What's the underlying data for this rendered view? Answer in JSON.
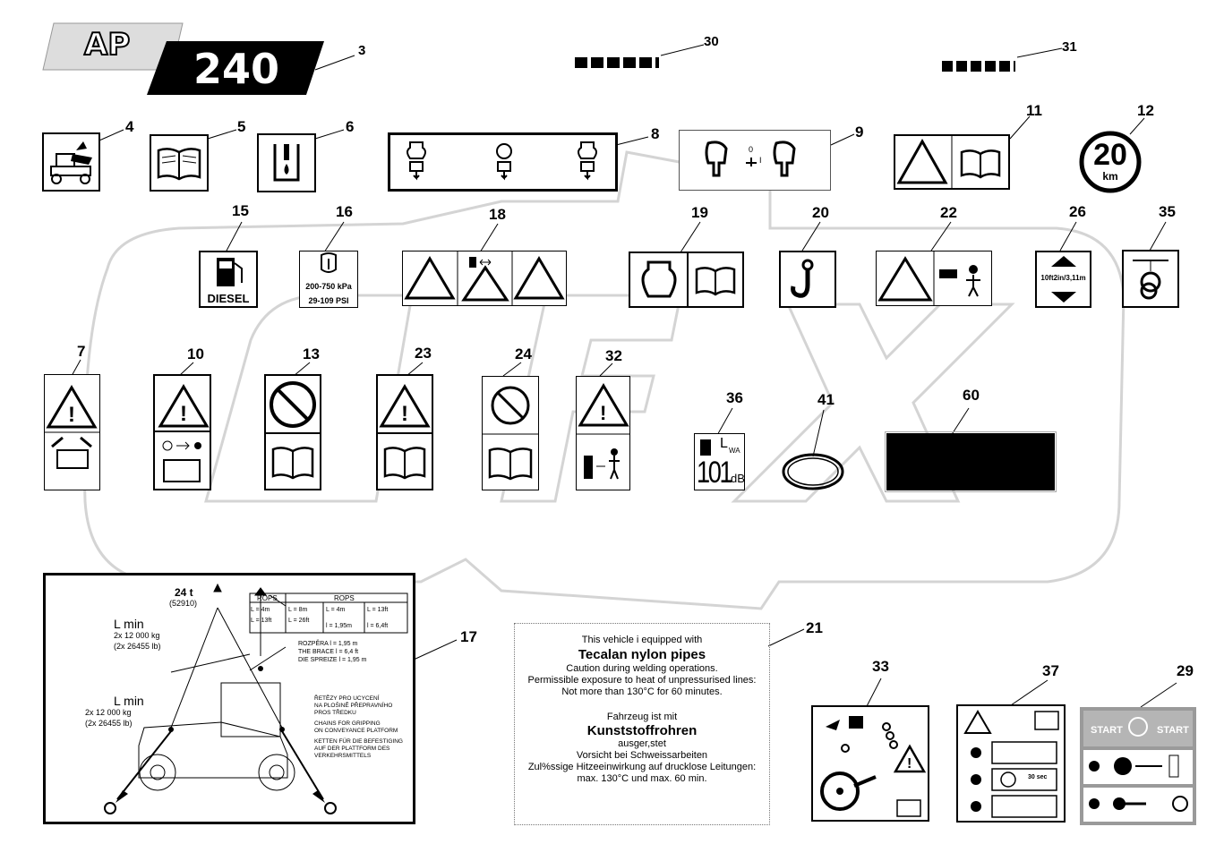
{
  "header": {
    "logo_ap": "AP",
    "logo_model": "240"
  },
  "labels": {
    "n3": "3",
    "n30": "30",
    "n31": "31",
    "n4": "4",
    "n5": "5",
    "n6": "6",
    "n8": "8",
    "n9": "9",
    "n11": "11",
    "n12": "12",
    "n15": "15",
    "n16": "16",
    "n18": "18",
    "n19": "19",
    "n20": "20",
    "n22": "22",
    "n26": "26",
    "n35": "35",
    "n7": "7",
    "n10": "10",
    "n13": "13",
    "n23": "23",
    "n24": "24",
    "n32": "32",
    "n36": "36",
    "n41": "41",
    "n60": "60",
    "n17": "17",
    "n21": "21",
    "n33": "33",
    "n37": "37",
    "n29": "29"
  },
  "decals": {
    "speed": {
      "value": "20",
      "unit": "km"
    },
    "diesel": "DIESEL",
    "pressure": {
      "kpa": "200-750 kPa",
      "psi": "29-109 PSI"
    },
    "height": "10ft2in/3,11m",
    "noise": {
      "lwa": "L",
      "sub": "WA",
      "value": "101",
      "unit": "dB"
    },
    "switch": {
      "zero": "0",
      "one": "I"
    },
    "ignition": {
      "start_left": "START",
      "start_right": "START",
      "sec": "30 sec"
    }
  },
  "lifting": {
    "weight": "24 t",
    "weight_lb": "(52910)",
    "lmin_top": "L min",
    "kg_top": "2x 12 000 kg",
    "lb_top": "(2x 26455 lb)",
    "lmin_bot": "L min",
    "kg_bot": "2x 12 000 kg",
    "lb_bot": "(2x 26455 lb)",
    "rops": "ROPS",
    "frops": "ROPS",
    "cells": [
      "L     = 4m",
      "L     = 13ft",
      "L     = 8m",
      "L     = 26ft",
      "L     = 4m",
      "l = 1,95m",
      "L     = 13ft",
      "l = 6,4ft"
    ],
    "brace": [
      "ROZPĚRA  l = 1,95 m",
      "THE BRACE  l = 6,4 ft",
      "DIE SPREIZE  l = 1,95 m"
    ],
    "chains": [
      "ŘETĚZY PRO UCYCENÍ",
      "NA PLOŠINĚ PŘEPRAVNÍHO",
      "PROS TŘEDKU",
      "CHAINS FOR GRIPPING",
      "ON CONVEYANCE PLATFORM",
      "KETTEN FÜR DIE BEFESTIGING",
      "AUF DER PLATTFORM DES",
      "VERKEHRSMITTELS"
    ]
  },
  "note21": {
    "l1": "This vehicle i equipped with",
    "l2": "Tecalan nylon pipes",
    "l3": "Caution during welding operations.",
    "l4": "Permissible exposure to heat of unpressurised lines:",
    "l5": "Not more than 130°C for 60 minutes.",
    "l6": "Fahrzeug ist mit",
    "l7": "Kunststoffrohren",
    "l8": "ausger,stet",
    "l9": "Vorsicht bei Schweissarbeiten",
    "l10": "Zul%ssige Hitzeeinwirkung auf drucklose Leitungen:",
    "l11": "max. 130°C und max. 60 min."
  },
  "colors": {
    "ink": "#000000",
    "grey": "#9a9a9a",
    "watermark": "#cfcfcf"
  }
}
